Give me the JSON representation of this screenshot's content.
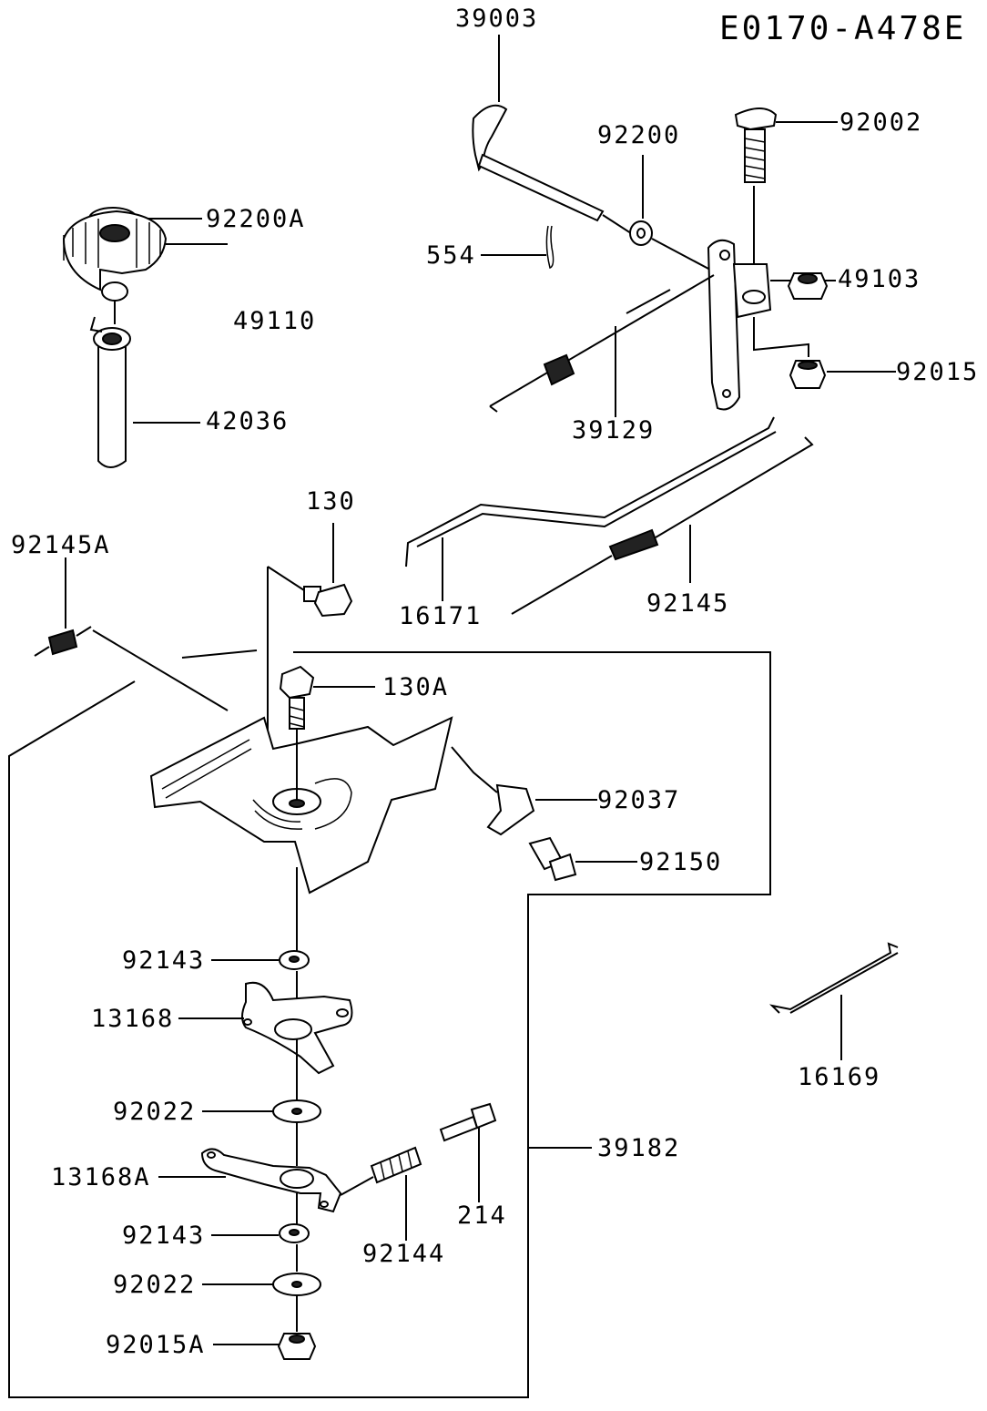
{
  "diagram_code": "E0170-A478E",
  "parts": [
    {
      "id": "p-39003",
      "label": "39003"
    },
    {
      "id": "p-92002",
      "label": "92002"
    },
    {
      "id": "p-92200",
      "label": "92200"
    },
    {
      "id": "p-92200A",
      "label": "92200A"
    },
    {
      "id": "p-554",
      "label": "554"
    },
    {
      "id": "p-49103",
      "label": "49103"
    },
    {
      "id": "p-49110",
      "label": "49110"
    },
    {
      "id": "p-92015",
      "label": "92015"
    },
    {
      "id": "p-42036",
      "label": "42036"
    },
    {
      "id": "p-39129",
      "label": "39129"
    },
    {
      "id": "p-130",
      "label": "130"
    },
    {
      "id": "p-92145A",
      "label": "92145A"
    },
    {
      "id": "p-16171",
      "label": "16171"
    },
    {
      "id": "p-92145",
      "label": "92145"
    },
    {
      "id": "p-130A",
      "label": "130A"
    },
    {
      "id": "p-92037",
      "label": "92037"
    },
    {
      "id": "p-92150",
      "label": "92150"
    },
    {
      "id": "p-92143a",
      "label": "92143"
    },
    {
      "id": "p-13168",
      "label": "13168"
    },
    {
      "id": "p-16169",
      "label": "16169"
    },
    {
      "id": "p-92022a",
      "label": "92022"
    },
    {
      "id": "p-39182",
      "label": "39182"
    },
    {
      "id": "p-13168A",
      "label": "13168A"
    },
    {
      "id": "p-214",
      "label": "214"
    },
    {
      "id": "p-92143b",
      "label": "92143"
    },
    {
      "id": "p-92144",
      "label": "92144"
    },
    {
      "id": "p-92022b",
      "label": "92022"
    },
    {
      "id": "p-92015A",
      "label": "92015A"
    }
  ]
}
